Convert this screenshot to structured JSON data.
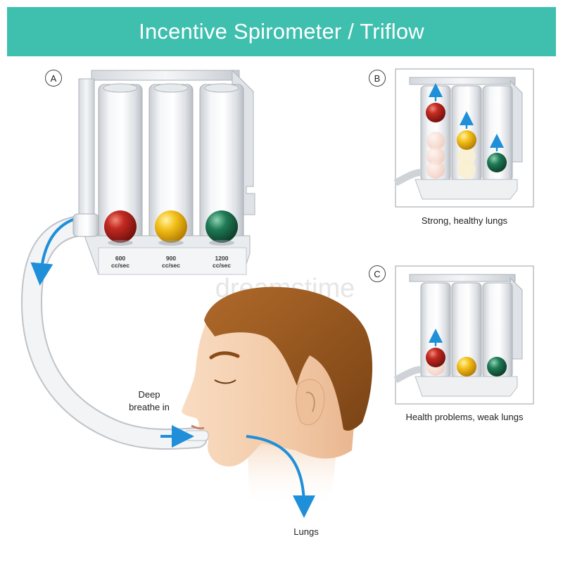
{
  "header": {
    "title": "Incentive Spirometer / Triflow",
    "color": "#3fbfae"
  },
  "panels": {
    "a": {
      "label": "A"
    },
    "b": {
      "label": "B",
      "caption": "Strong, healthy lungs"
    },
    "c": {
      "label": "C",
      "caption": "Health problems, weak lungs"
    }
  },
  "scale": [
    {
      "value": "600",
      "unit": "cc/sec"
    },
    {
      "value": "900",
      "unit": "cc/sec"
    },
    {
      "value": "1200",
      "unit": "cc/sec"
    }
  ],
  "annotations": {
    "breathe_line1": "Deep",
    "breathe_line2": "breathe in",
    "lungs": "Lungs"
  },
  "watermark": "dreamstime",
  "colors": {
    "ball_red": "#b5211e",
    "ball_yellow": "#f1b90c",
    "ball_green": "#1a6b4a",
    "arrow_blue": "#1e8fd8",
    "skin": "#f6d3b4",
    "hair": "#9c5a21"
  }
}
